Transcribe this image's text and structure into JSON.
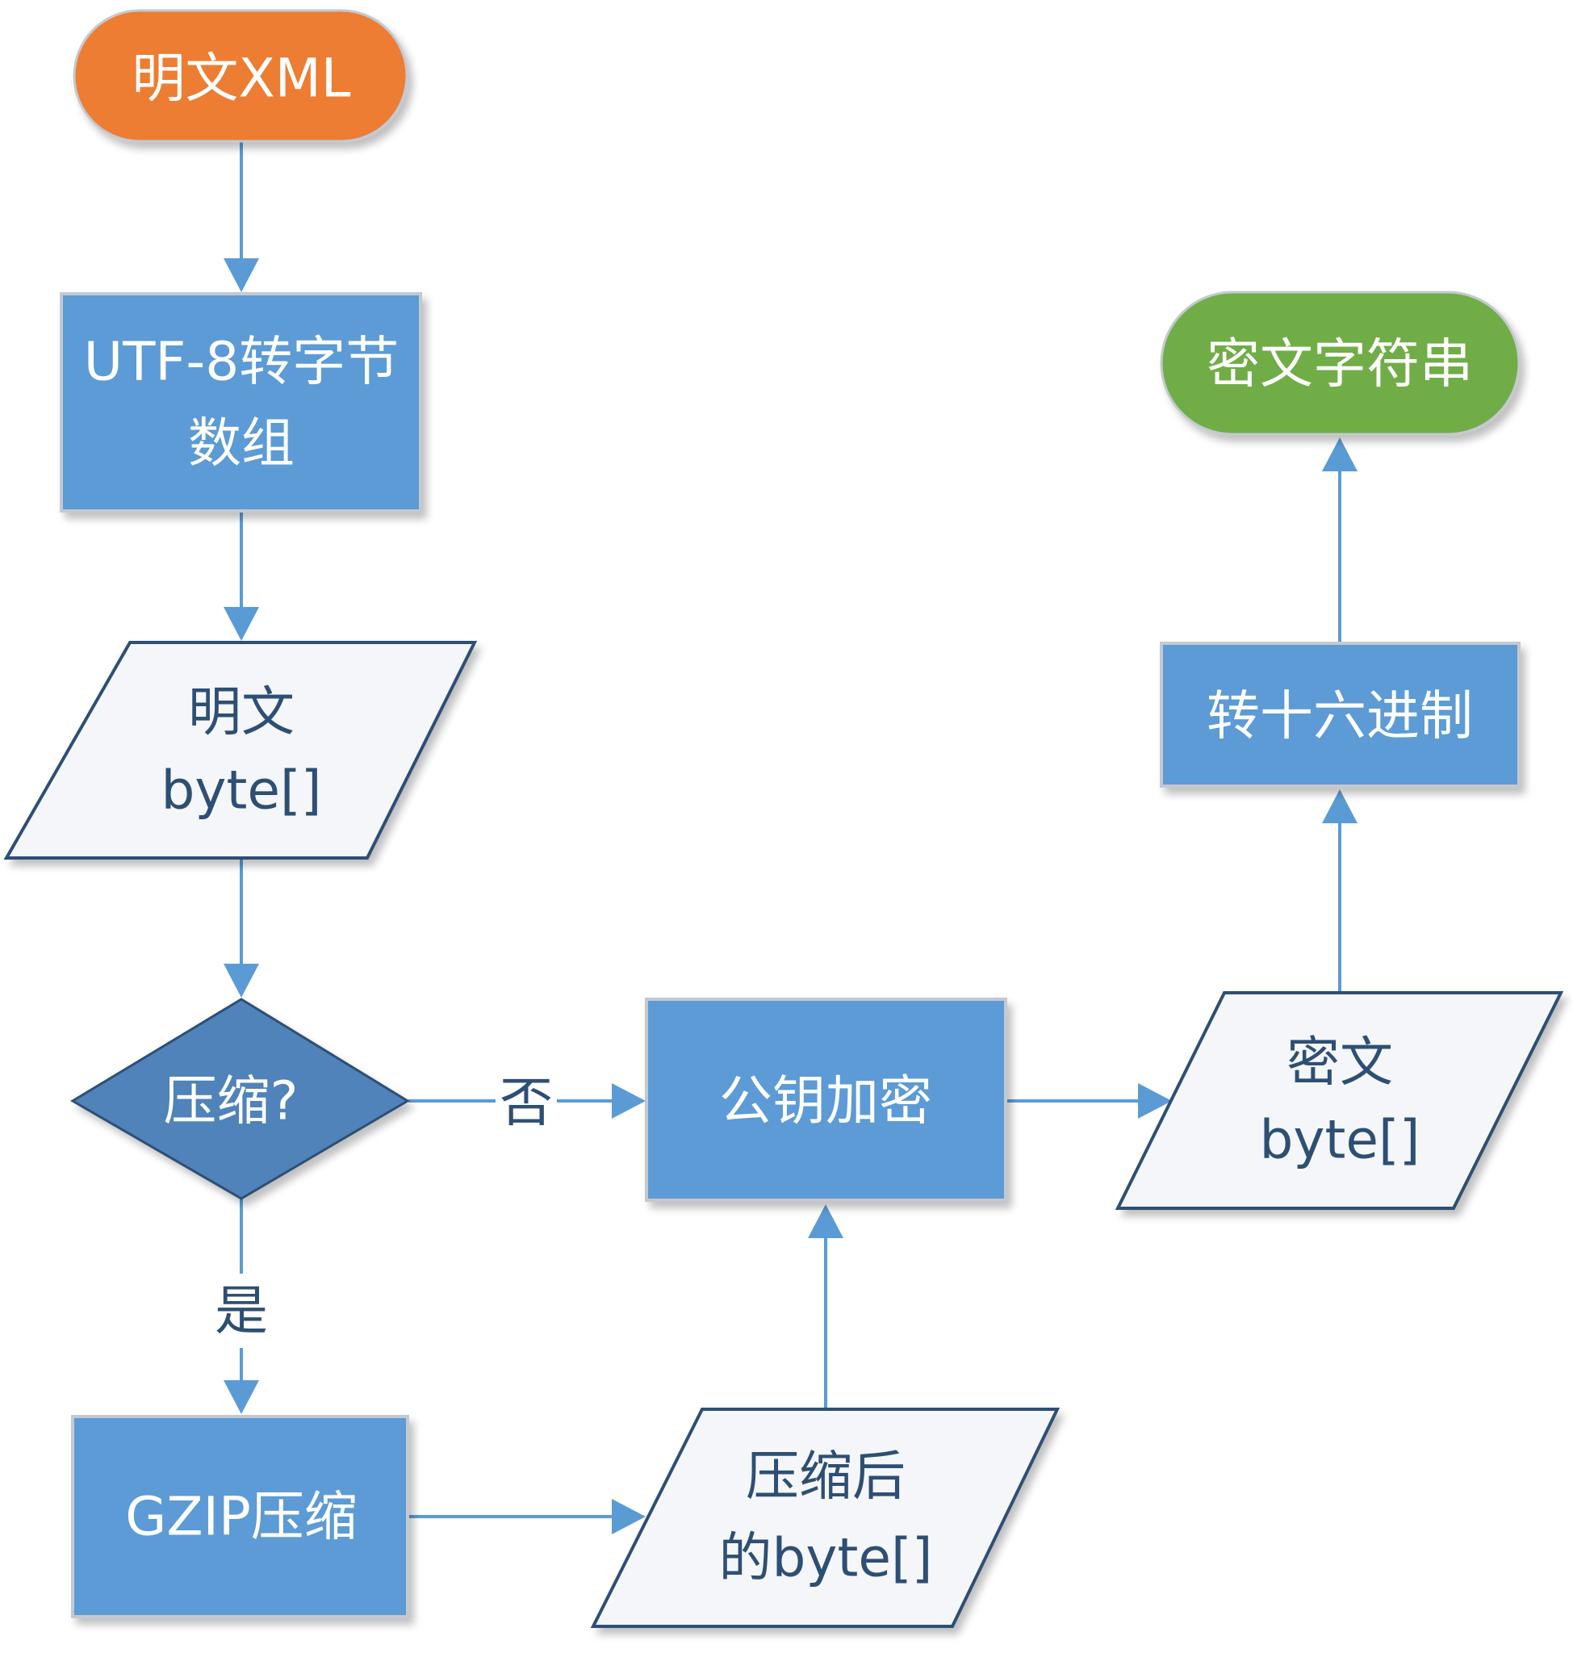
{
  "colors": {
    "process_fill": "#5b9bd5",
    "process_stroke": "#c4c9d0",
    "start_fill": "#ed7d31",
    "end_fill": "#70ad47",
    "decision_fill": "#4f83b9",
    "data_fill": "#f4f6f9",
    "data_stroke": "#2e4f74",
    "arrow": "#5b9bd5",
    "light_text": "#ffffff",
    "dark_text": "#2e4f74"
  },
  "nodes": {
    "start": {
      "lines": [
        "明文XML"
      ]
    },
    "utf8": {
      "lines": [
        "UTF-8转字节",
        "数组"
      ]
    },
    "plain_bytes": {
      "lines": [
        "明文",
        "byte[]"
      ]
    },
    "decision": {
      "lines": [
        "压缩?"
      ]
    },
    "gzip": {
      "lines": [
        "GZIP压缩"
      ]
    },
    "compressed": {
      "lines": [
        "压缩后",
        "的byte[]"
      ]
    },
    "encrypt": {
      "lines": [
        "公钥加密"
      ]
    },
    "cipher_bytes": {
      "lines": [
        "密文",
        "byte[]"
      ]
    },
    "hex": {
      "lines": [
        "转十六进制"
      ]
    },
    "end": {
      "lines": [
        "密文字符串"
      ]
    }
  },
  "edges": [
    {
      "from": "start",
      "to": "utf8",
      "label": ""
    },
    {
      "from": "utf8",
      "to": "plain_bytes",
      "label": ""
    },
    {
      "from": "plain_bytes",
      "to": "decision",
      "label": ""
    },
    {
      "from": "decision",
      "to": "encrypt",
      "label": "否"
    },
    {
      "from": "decision",
      "to": "gzip",
      "label": "是"
    },
    {
      "from": "gzip",
      "to": "compressed",
      "label": ""
    },
    {
      "from": "compressed",
      "to": "encrypt",
      "label": ""
    },
    {
      "from": "encrypt",
      "to": "cipher_bytes",
      "label": ""
    },
    {
      "from": "cipher_bytes",
      "to": "hex",
      "label": ""
    },
    {
      "from": "hex",
      "to": "end",
      "label": ""
    }
  ]
}
